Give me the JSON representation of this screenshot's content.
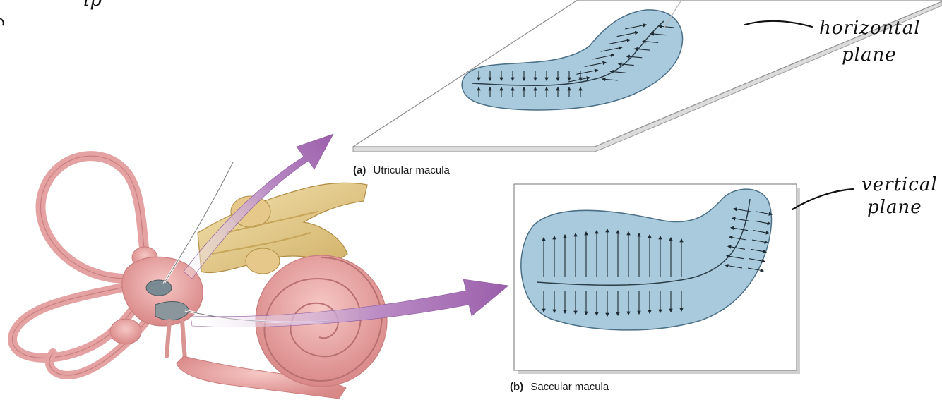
{
  "panels": {
    "a": {
      "letter": "(a)",
      "name": "Utricular macula"
    },
    "b": {
      "letter": "(b)",
      "name": "Saccular macula"
    }
  },
  "annotations": {
    "horizontal_line1": "horizontal",
    "horizontal_line2": "plane",
    "vertical_line1": "vertical",
    "vertical_line2": "plane",
    "corner_scribble": "ip"
  },
  "colors": {
    "macula_fill": "#a9cadc",
    "macula_stroke": "#4a6f86",
    "arrow_purple": "#a670b3",
    "ear_pink": "#eaa3a3",
    "nerve_yellow": "#e3cb8a"
  }
}
